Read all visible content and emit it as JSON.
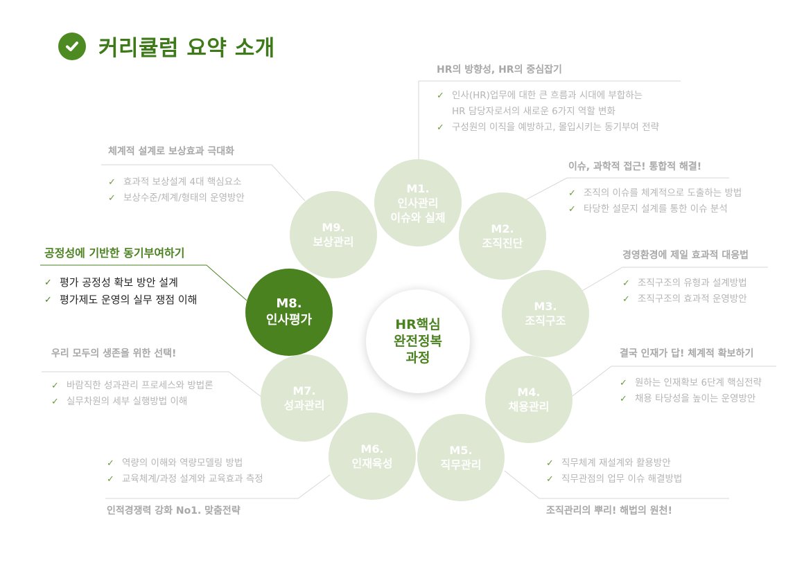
{
  "title": "커리큘럼 요약 소개",
  "center": {
    "line1": "HR핵심",
    "line2": "완전정복",
    "line3": "과정"
  },
  "modules": [
    {
      "code": "M1.",
      "line1": "인사관리",
      "line2": "이슈와 실제"
    },
    {
      "code": "M2.",
      "line1": "조직진단",
      "line2": ""
    },
    {
      "code": "M3.",
      "line1": "조직구조",
      "line2": ""
    },
    {
      "code": "M4.",
      "line1": "채용관리",
      "line2": ""
    },
    {
      "code": "M5.",
      "line1": "직무관리",
      "line2": ""
    },
    {
      "code": "M6.",
      "line1": "인재육성",
      "line2": ""
    },
    {
      "code": "M7.",
      "line1": "성과관리",
      "line2": ""
    },
    {
      "code": "M8.",
      "line1": "인사평가",
      "line2": ""
    },
    {
      "code": "M9.",
      "line1": "보상관리",
      "line2": ""
    }
  ],
  "groups": {
    "m1": {
      "title": "HR의 방향성, HR의 중심잡기",
      "items": [
        "인사(HR)업무에  대한 큰 흐름과 시대에 부합하는",
        "HR 담당자로서의  새로운 6가지 역할 변화",
        "구성원의 이직을 예방하고, 몰입시키는 동기부여 전략"
      ]
    },
    "m2": {
      "title": "이슈, 과학적 접근! 통합적 해결!",
      "items": [
        "조직의 이슈를 체계적으로 도출하는 방법",
        "타당한 설문지 설계를 통한 이슈 분석"
      ]
    },
    "m3": {
      "title": "경영환경에  제일 효과적 대응법",
      "items": [
        "조직구조의 유형과 설계방법",
        "조직구조의 효과적 운영방안"
      ]
    },
    "m4": {
      "title": "결국 인재가 답! 체계적 확보하기",
      "items": [
        "원하는 인재확보 6단계 핵심전략",
        "채용 타당성을 높이는 운영방안"
      ]
    },
    "m5": {
      "title": "조직관리의  뿌리!  해법의 원천!",
      "items": [
        "직무체계 재설계와 활용방안",
        "직무관점의 업무 이슈 해결방법"
      ]
    },
    "m6": {
      "title": "인적경쟁력  강화 No1. 맞춤전략",
      "items": [
        "역량의 이해와 역량모델링 방법",
        "교육체계/과정 설계와 교육효과 측정"
      ]
    },
    "m7": {
      "title": "우리 모두의 생존을 위한 선택!",
      "items": [
        "바람직한 성과관리 프로세스와 방법론",
        "실무차원의 세부 실행방법 이해"
      ]
    },
    "m8": {
      "title": "공정성에 기반한 동기부여하기",
      "items": [
        "평가 공정성 확보 방안 설계",
        "평가제도  운영의 실무 쟁점 이해"
      ]
    },
    "m9": {
      "title": "체계적 설계로 보상효과 극대화",
      "items": [
        "효과적 보상설계 4대 핵심요소",
        "보상수준/체계/형태의  운영방안"
      ]
    }
  },
  "colors": {
    "accent": "#4b8220",
    "circle": "#dde7d2",
    "muted_text": "#a8a8a8"
  }
}
